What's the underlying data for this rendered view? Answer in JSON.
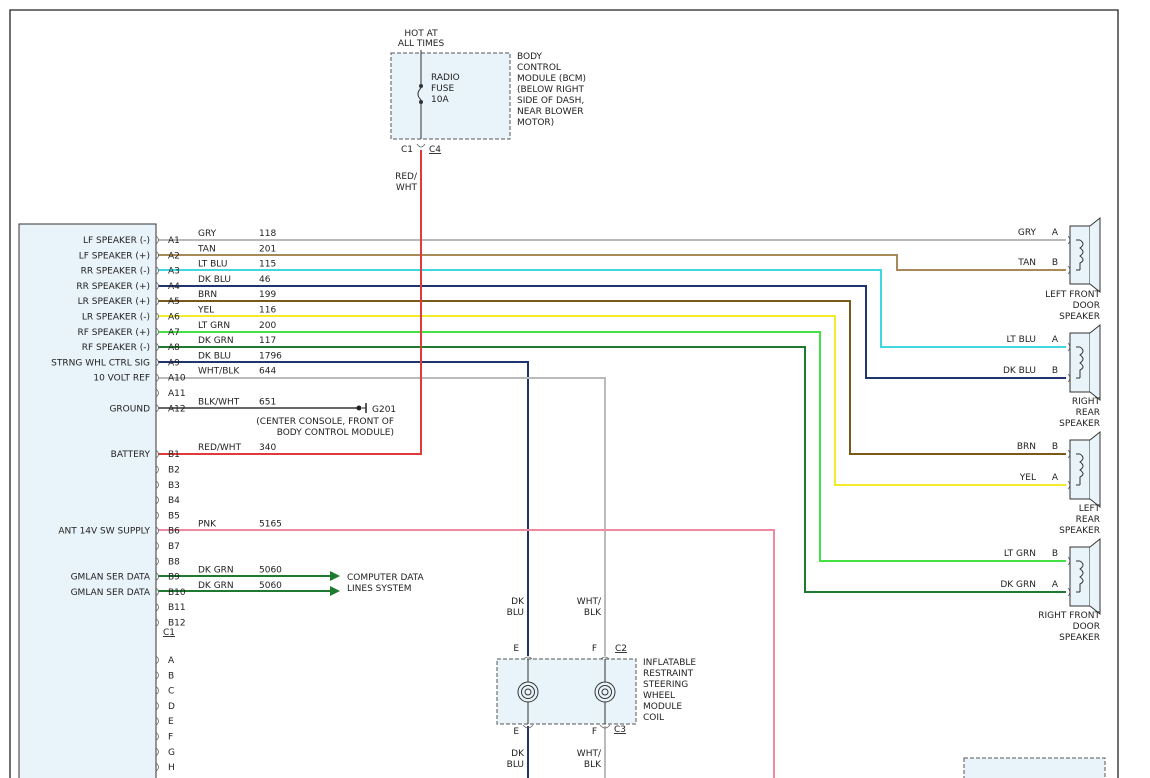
{
  "fuse_block": {
    "power_label": [
      "HOT AT",
      "ALL TIMES"
    ],
    "fuse_label": [
      "RADIO",
      "FUSE",
      "10A"
    ],
    "module_label": [
      "BODY",
      "CONTROL",
      "MODULE (BCM)",
      "(BELOW RIGHT",
      "SIDE OF DASH,",
      "NEAR BLOWER",
      "MOTOR)"
    ],
    "connector_pin": "C1",
    "connector_id": "C4",
    "wire_label": [
      "RED/",
      "WHT"
    ]
  },
  "radio": {
    "signals": [
      {
        "row": 0,
        "text": "LF SPEAKER (-)"
      },
      {
        "row": 1,
        "text": "LF SPEAKER (+)"
      },
      {
        "row": 2,
        "text": "RR SPEAKER (-)"
      },
      {
        "row": 3,
        "text": "RR SPEAKER (+)"
      },
      {
        "row": 4,
        "text": "LR SPEAKER (+)"
      },
      {
        "row": 5,
        "text": "LR SPEAKER (-)"
      },
      {
        "row": 6,
        "text": "RF SPEAKER (+)"
      },
      {
        "row": 7,
        "text": "RF SPEAKER (-)"
      },
      {
        "row": 8,
        "text": "STRNG WHL CTRL SIG"
      },
      {
        "row": 9,
        "text": "10 VOLT REF"
      },
      {
        "row": 11,
        "text": "GROUND"
      },
      {
        "row": 14,
        "text": "BATTERY"
      },
      {
        "row": 19,
        "text": "ANT 14V SW SUPPLY"
      },
      {
        "row": 22,
        "text": "GMLAN SER DATA"
      },
      {
        "row": 23,
        "text": "GMLAN SER DATA"
      }
    ],
    "pins": [
      "A1",
      "A2",
      "A3",
      "A4",
      "A5",
      "A6",
      "A7",
      "A8",
      "A9",
      "A10",
      "A11",
      "A12",
      "",
      "",
      "B1",
      "B2",
      "B3",
      "B4",
      "B5",
      "B6",
      "B7",
      "B8",
      "B9",
      "B10",
      "B11",
      "B12"
    ],
    "connector_c1": "C1",
    "lower_pins": [
      "A",
      "B",
      "C",
      "D",
      "E",
      "F",
      "G",
      "H"
    ]
  },
  "wires": [
    {
      "row": 0,
      "color_name": "GRY",
      "circuit": "118",
      "stroke": "#b8b8b8"
    },
    {
      "row": 1,
      "color_name": "TAN",
      "circuit": "201",
      "stroke": "#a88a58"
    },
    {
      "row": 2,
      "color_name": "LT BLU",
      "circuit": "115",
      "stroke": "#3fd8e0"
    },
    {
      "row": 3,
      "color_name": "DK BLU",
      "circuit": "46",
      "stroke": "#1f3570"
    },
    {
      "row": 4,
      "color_name": "BRN",
      "circuit": "199",
      "stroke": "#7a5a1a"
    },
    {
      "row": 5,
      "color_name": "YEL",
      "circuit": "116",
      "stroke": "#f2ea2a"
    },
    {
      "row": 6,
      "color_name": "LT GRN",
      "circuit": "200",
      "stroke": "#44e044"
    },
    {
      "row": 7,
      "color_name": "DK GRN",
      "circuit": "117",
      "stroke": "#1e7a2e"
    },
    {
      "row": 8,
      "color_name": "DK BLU",
      "circuit": "1796",
      "stroke": "#1f3570"
    },
    {
      "row": 9,
      "color_name": "WHT/BLK",
      "circuit": "644",
      "stroke": "#bbbbbb"
    },
    {
      "row": 11,
      "color_name": "BLK/WHT",
      "circuit": "651",
      "stroke": "#666666"
    },
    {
      "row": 14,
      "color_name": "RED/WHT",
      "circuit": "340",
      "stroke": "#e03a3a"
    },
    {
      "row": 19,
      "color_name": "PNK",
      "circuit": "5165",
      "stroke": "#f08aa0"
    },
    {
      "row": 22,
      "color_name": "DK GRN",
      "circuit": "5060",
      "stroke": "#1e7a2e"
    },
    {
      "row": 23,
      "color_name": "DK GRN",
      "circuit": "5060",
      "stroke": "#1e7a2e"
    }
  ],
  "ground": {
    "id": "G201",
    "note": [
      "(CENTER CONSOLE, FRONT OF",
      "BODY CONTROL MODULE)"
    ]
  },
  "computer_data": [
    "COMPUTER DATA",
    "LINES SYSTEM"
  ],
  "speakers": [
    {
      "name": [
        "LEFT FRONT",
        "DOOR",
        "SPEAKER"
      ],
      "terminals": [
        {
          "color_name": "GRY",
          "pin": "A"
        },
        {
          "color_name": "TAN",
          "pin": "B"
        }
      ]
    },
    {
      "name": [
        "RIGHT",
        "REAR",
        "SPEAKER"
      ],
      "terminals": [
        {
          "color_name": "LT BLU",
          "pin": "A"
        },
        {
          "color_name": "DK BLU",
          "pin": "B"
        }
      ]
    },
    {
      "name": [
        "LEFT",
        "REAR",
        "SPEAKER"
      ],
      "terminals": [
        {
          "color_name": "BRN",
          "pin": "B"
        },
        {
          "color_name": "YEL",
          "pin": "A"
        }
      ]
    },
    {
      "name": [
        "RIGHT FRONT",
        "DOOR",
        "SPEAKER"
      ],
      "terminals": [
        {
          "color_name": "LT GRN",
          "pin": "B"
        },
        {
          "color_name": "DK GRN",
          "pin": "A"
        }
      ]
    }
  ],
  "steering_coil": {
    "name": [
      "INFLATABLE",
      "RESTRAINT",
      "STEERING",
      "WHEEL",
      "MODULE",
      "COIL"
    ],
    "top_connector": "C2",
    "bottom_connector": "C3",
    "left_pin": "E",
    "right_pin": "F",
    "left_wire": [
      "DK",
      "BLU"
    ],
    "right_wire": [
      "WHT/",
      "BLK"
    ]
  }
}
